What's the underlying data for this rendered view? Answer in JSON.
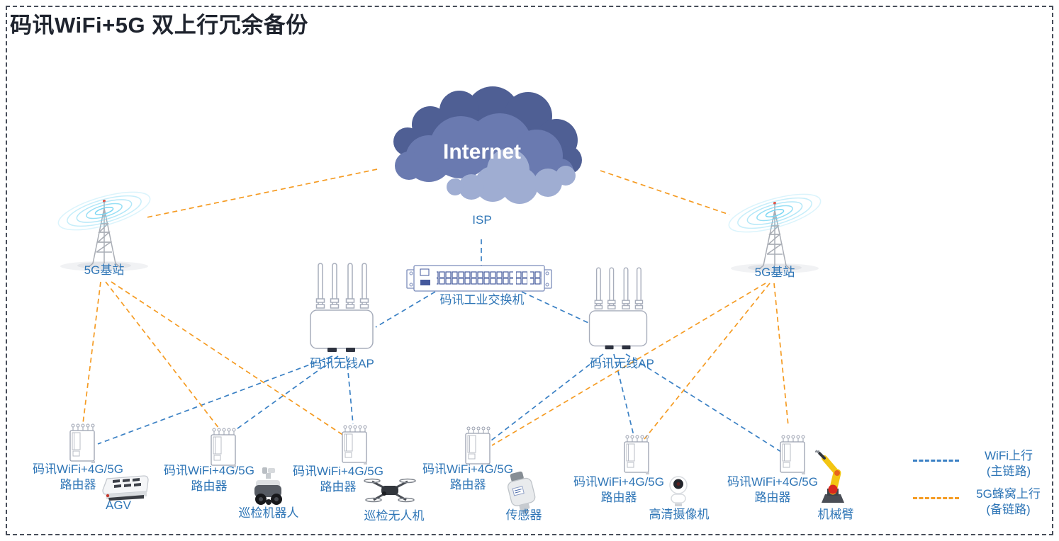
{
  "title": "码讯WiFi+5G 双上行冗余备份",
  "internet": {
    "label": "Internet",
    "isp_label": "ISP"
  },
  "base_station_left": {
    "label": "5G基站"
  },
  "base_station_right": {
    "label": "5G基站"
  },
  "switch": {
    "label": "码讯工业交换机"
  },
  "ap_left": {
    "label": "码讯无线AP"
  },
  "ap_right": {
    "label": "码讯无线AP"
  },
  "clusters": [
    {
      "router_line1": "码讯WiFi+4G/5G",
      "router_line2": "路由器",
      "device": "agv",
      "device_label": "AGV"
    },
    {
      "router_line1": "码讯WiFi+4G/5G",
      "router_line2": "路由器",
      "device": "inspection-robot",
      "device_label": "巡检机器人"
    },
    {
      "router_line1": "码讯WiFi+4G/5G",
      "router_line2": "路由器",
      "device": "inspection-drone",
      "device_label": "巡检无人机"
    },
    {
      "router_line1": "码讯WiFi+4G/5G",
      "router_line2": "路由器",
      "device": "sensor",
      "device_label": "传感器"
    },
    {
      "router_line1": "码讯WiFi+4G/5G",
      "router_line2": "路由器",
      "device": "hd-camera",
      "device_label": "高清摄像机"
    },
    {
      "router_line1": "码讯WiFi+4G/5G",
      "router_line2": "路由器",
      "device": "robotic-arm",
      "device_label": "机械臂"
    }
  ],
  "legend": {
    "wifi_line1": "WiFi上行",
    "wifi_line2": "(主链路)",
    "wifi_color": "#3a80c4",
    "cellular_line1": "5G蜂窝上行",
    "cellular_line2": "(备链路)",
    "cellular_color": "#f59b22"
  },
  "colors": {
    "label_blue": "#2e75b6",
    "title_dark": "#1f242e",
    "wave_cyan": "#74d4f2",
    "cloud_dark": "#4f5f94",
    "cloud_mid": "#6a7ab0",
    "cloud_light": "#9fadd2"
  },
  "links": [
    {
      "from": "internet",
      "to": "5g-base-station-left",
      "type": "cellular"
    },
    {
      "from": "internet",
      "to": "5g-base-station-right",
      "type": "cellular"
    },
    {
      "from": "internet",
      "to": "industrial-switch",
      "type": "wifi"
    },
    {
      "from": "industrial-switch",
      "to": "wireless-ap-left",
      "type": "wifi"
    },
    {
      "from": "industrial-switch",
      "to": "wireless-ap-right",
      "type": "wifi"
    },
    {
      "from": "wireless-ap-left",
      "to": "router-1",
      "type": "wifi"
    },
    {
      "from": "wireless-ap-left",
      "to": "router-2",
      "type": "wifi"
    },
    {
      "from": "wireless-ap-left",
      "to": "router-3",
      "type": "wifi"
    },
    {
      "from": "wireless-ap-right",
      "to": "router-4",
      "type": "wifi"
    },
    {
      "from": "wireless-ap-right",
      "to": "router-5",
      "type": "wifi"
    },
    {
      "from": "wireless-ap-right",
      "to": "router-6",
      "type": "wifi"
    },
    {
      "from": "5g-base-station-left",
      "to": "router-1",
      "type": "cellular"
    },
    {
      "from": "5g-base-station-left",
      "to": "router-2",
      "type": "cellular"
    },
    {
      "from": "5g-base-station-left",
      "to": "router-3",
      "type": "cellular"
    },
    {
      "from": "5g-base-station-right",
      "to": "router-4",
      "type": "cellular"
    },
    {
      "from": "5g-base-station-right",
      "to": "router-5",
      "type": "cellular"
    },
    {
      "from": "5g-base-station-right",
      "to": "router-6",
      "type": "cellular"
    }
  ]
}
